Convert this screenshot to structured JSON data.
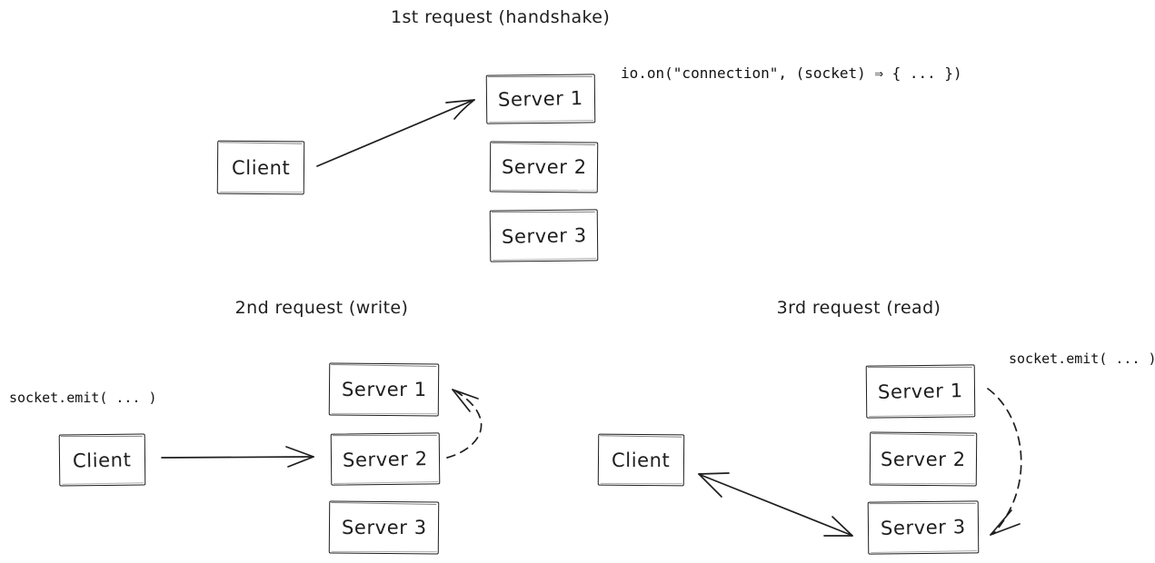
{
  "colors": {
    "stroke": "#1e1e1e",
    "background": "#ffffff"
  },
  "diagrams": [
    {
      "title": "1st request (handshake)",
      "annotation": "io.on(\"connection\", (socket) ⇒ { ... })",
      "client_label": "Client",
      "servers": [
        "Server 1",
        "Server 2",
        "Server 3"
      ]
    },
    {
      "title": "2nd request (write)",
      "annotation": "socket.emit( ... )",
      "client_label": "Client",
      "servers": [
        "Server 1",
        "Server 2",
        "Server 3"
      ]
    },
    {
      "title": "3rd request (read)",
      "annotation": "socket.emit( ... )",
      "client_label": "Client",
      "servers": [
        "Server 1",
        "Server 2",
        "Server 3"
      ]
    }
  ]
}
